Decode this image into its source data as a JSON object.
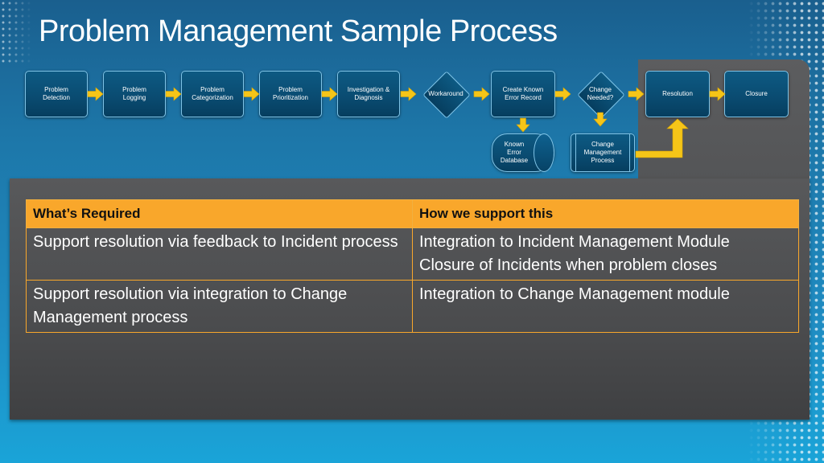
{
  "slide": {
    "title": "Problem Management Sample Process"
  },
  "flow": {
    "nodes": {
      "problem_detection": "Problem\nDetection",
      "problem_logging": "Problem\nLogging",
      "problem_categorization": "Problem\nCategorization",
      "problem_prioritization": "Problem\nPrioritization",
      "investigation_diagnosis": "Investigation &\nDiagnosis",
      "workaround": "Workaround",
      "create_known_error_record": "Create Known\nError Record",
      "change_needed": "Change\nNeeded?",
      "resolution": "Resolution",
      "closure": "Closure",
      "known_error_database": "Known\nError\nDatabase",
      "change_management_process": "Change\nManagement\nProcess"
    }
  },
  "table": {
    "headers": [
      "What’s Required",
      "How we support this"
    ],
    "rows": [
      [
        "Support resolution via feedback to Incident process",
        "Integration to Incident Management Module\nClosure of Incidents when problem closes"
      ],
      [
        "Support resolution via integration to Change Management process",
        "Integration to Change Management module"
      ]
    ]
  },
  "colors": {
    "accent": "#f9a72b",
    "arrow": "#f5c518",
    "node_fill": "#0a4c72",
    "panel": "#4b4c4e",
    "background": "#1d77a9"
  }
}
